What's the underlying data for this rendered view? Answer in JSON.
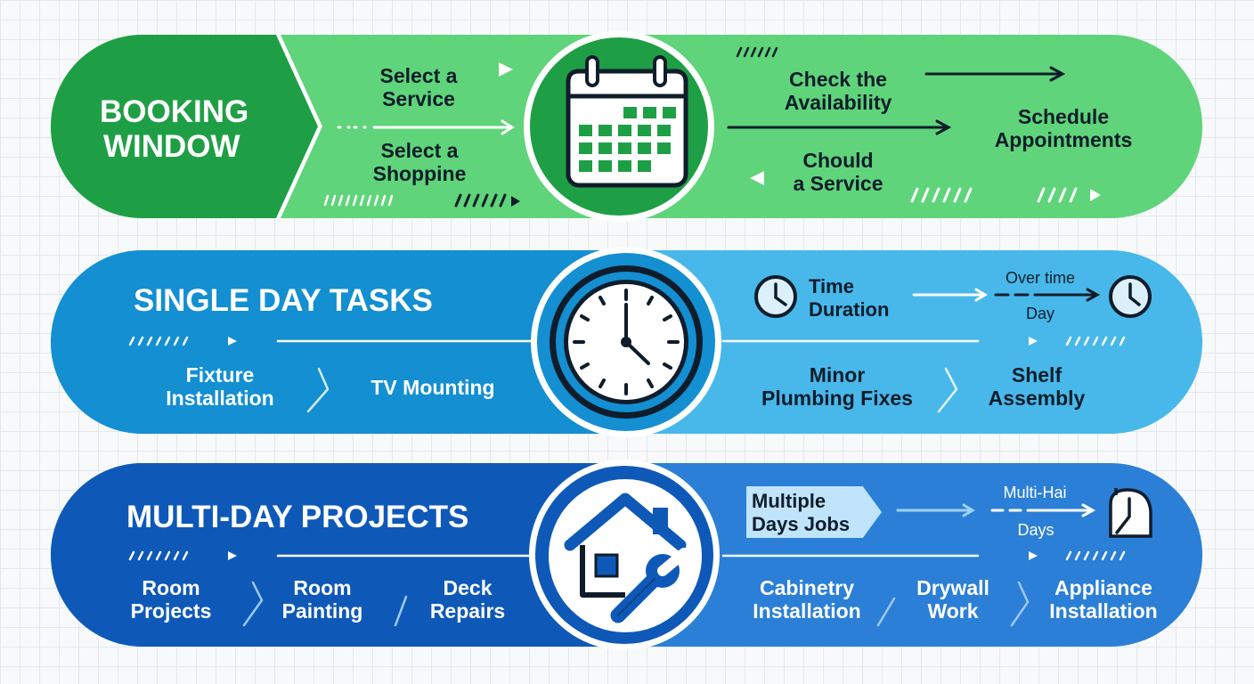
{
  "booking": {
    "title_line1": "BOOKING",
    "title_line2": "WINDOW",
    "select_service_l1": "Select a",
    "select_service_l2": "Service",
    "select_shop_l1": "Select a",
    "select_shop_l2": "Shoppine",
    "check_l1": "Check the",
    "check_l2": "Availability",
    "chould_l1": "Chould",
    "chould_l2": "a Service",
    "schedule_l1": "Schedule",
    "schedule_l2": "Appointments"
  },
  "single": {
    "title": "SINGLE DAY TASKS",
    "fixture_l1": "Fixture",
    "fixture_l2": "Installation",
    "tv": "TV Mounting",
    "plumbing_l1": "Minor",
    "plumbing_l2": "Plumbing Fixes",
    "shelf_l1": "Shelf",
    "shelf_l2": "Assembly",
    "time_l1": "Time",
    "time_l2": "Duration",
    "over_time": "Over time",
    "day": "Day"
  },
  "multi": {
    "title": "MULTI-DAY PROJECTS",
    "room_projects_l1": "Room",
    "room_projects_l2": "Projects",
    "room_painting_l1": "Room",
    "room_painting_l2": "Painting",
    "deck_l1": "Deck",
    "deck_l2": "Repairs",
    "cabinetry_l1": "Cabinetry",
    "cabinetry_l2": "Installation",
    "drywall_l1": "Drywall",
    "drywall_l2": "Work",
    "appliance_l1": "Appliance",
    "appliance_l2": "Installation",
    "multiple_l1": "Multiple",
    "multiple_l2": "Days Jobs",
    "multi_hai": "Multi-Hai",
    "days": "Days"
  },
  "icons": {
    "booking_hub": "calendar-icon",
    "single_hub": "clock-icon",
    "multi_hub": "house-wrench-icon",
    "time_small": "clock-icon",
    "day_end": "clock-icon",
    "days_end": "clock-icon"
  },
  "colors": {
    "booking_light": "#5fd47a",
    "booking_dark": "#1f9f45",
    "single_light": "#48b8ea",
    "single_dark": "#138fd2",
    "multi_light": "#2b7fd6",
    "multi_dark": "#0e59b8"
  }
}
